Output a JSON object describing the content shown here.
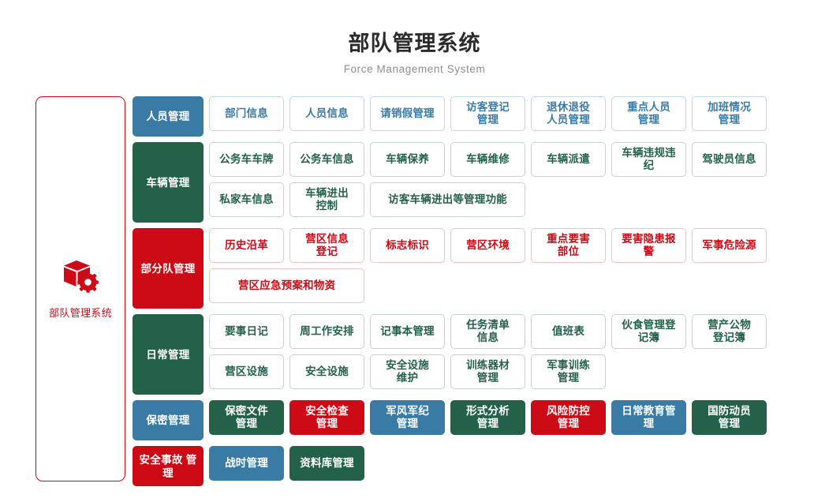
{
  "header": {
    "title": "部队管理系统",
    "subtitle": "Force Management System"
  },
  "sidebar": {
    "brand_label": "部队管理系统",
    "icon": "box-gear-icon",
    "border_color": "#cf0a18"
  },
  "colors": {
    "blue": "#3a7ba6",
    "green": "#246149",
    "red": "#cb0a16",
    "title": "#2b2b2b",
    "subtitle": "#8e8e8e"
  },
  "groups": [
    {
      "category": "人员管理",
      "style": "blue",
      "items": [
        {
          "label": "部门信息",
          "style": "out-blue",
          "width": "w1"
        },
        {
          "label": "人员信息",
          "style": "out-blue",
          "width": "w1"
        },
        {
          "label": "请销假管理",
          "style": "out-blue",
          "width": "w1"
        },
        {
          "label": "访客登记\n管理",
          "style": "out-blue",
          "width": "w1"
        },
        {
          "label": "退休退役\n人员管理",
          "style": "out-blue",
          "width": "w1"
        },
        {
          "label": "重点人员\n管理",
          "style": "out-blue",
          "width": "w1"
        },
        {
          "label": "加班情况\n管理",
          "style": "out-blue",
          "width": "w1"
        }
      ]
    },
    {
      "category": "车辆管理",
      "style": "green",
      "items": [
        {
          "label": "公务车车牌",
          "style": "out-green",
          "width": "w1"
        },
        {
          "label": "公务车信息",
          "style": "out-green",
          "width": "w1"
        },
        {
          "label": "车辆保养",
          "style": "out-green",
          "width": "w1"
        },
        {
          "label": "车辆维修",
          "style": "out-green",
          "width": "w1"
        },
        {
          "label": "车辆派遣",
          "style": "out-green",
          "width": "w1"
        },
        {
          "label": "车辆违规违纪",
          "style": "out-green",
          "width": "w1"
        },
        {
          "label": "驾驶员信息",
          "style": "out-green",
          "width": "w1"
        },
        {
          "label": "私家车信息",
          "style": "out-green",
          "width": "w1"
        },
        {
          "label": "车辆进出\n控制",
          "style": "out-green",
          "width": "w1"
        },
        {
          "label": "访客车辆进出等管理功能",
          "style": "out-green",
          "width": "w2"
        }
      ]
    },
    {
      "category": "部分队管理",
      "style": "red",
      "items": [
        {
          "label": "历史沿革",
          "style": "out-red",
          "width": "w1"
        },
        {
          "label": "营区信息\n登记",
          "style": "out-red",
          "width": "w1"
        },
        {
          "label": "标志标识",
          "style": "out-red",
          "width": "w1"
        },
        {
          "label": "营区环境",
          "style": "out-red",
          "width": "w1"
        },
        {
          "label": "重点要害\n部位",
          "style": "out-red",
          "width": "w1"
        },
        {
          "label": "要害隐患报警",
          "style": "out-red",
          "width": "w1"
        },
        {
          "label": "军事危险源",
          "style": "out-red",
          "width": "w1"
        },
        {
          "label": "营区应急预案和物资",
          "style": "out-red",
          "width": "w2"
        }
      ]
    },
    {
      "category": "日常管理",
      "style": "green",
      "items": [
        {
          "label": "要事日记",
          "style": "out-green",
          "width": "w1"
        },
        {
          "label": "周工作安排",
          "style": "out-green",
          "width": "w1"
        },
        {
          "label": "记事本管理",
          "style": "out-green",
          "width": "w1"
        },
        {
          "label": "任务清单\n信息",
          "style": "out-green",
          "width": "w1"
        },
        {
          "label": "值班表",
          "style": "out-green",
          "width": "w1"
        },
        {
          "label": "伙食管理登记簿",
          "style": "out-green",
          "width": "w1"
        },
        {
          "label": "营产公物\n登记簿",
          "style": "out-green",
          "width": "w1"
        },
        {
          "label": "营区设施",
          "style": "out-green",
          "width": "w1"
        },
        {
          "label": "安全设施",
          "style": "out-green",
          "width": "w1"
        },
        {
          "label": "安全设施\n维护",
          "style": "out-green",
          "width": "w1"
        },
        {
          "label": "训练器材\n管理",
          "style": "out-green",
          "width": "w1"
        },
        {
          "label": "军事训练\n管理",
          "style": "out-green",
          "width": "w1"
        }
      ]
    },
    {
      "category": "保密管理",
      "style": "blue",
      "items": [
        {
          "label": "保密文件\n管理",
          "style": "sol-green",
          "width": "w1"
        },
        {
          "label": "安全检查\n管理",
          "style": "sol-red",
          "width": "w1"
        },
        {
          "label": "军风军纪\n管理",
          "style": "sol-blue",
          "width": "w1"
        },
        {
          "label": "形式分析\n管理",
          "style": "sol-green",
          "width": "w1"
        },
        {
          "label": "风险防控\n管理",
          "style": "sol-red",
          "width": "w1"
        },
        {
          "label": "日常教育管理",
          "style": "sol-blue",
          "width": "w1"
        },
        {
          "label": "国防动员\n管理",
          "style": "sol-green",
          "width": "w1"
        }
      ]
    },
    {
      "category": "安全事故\n管理",
      "style": "red",
      "items": [
        {
          "label": "战时管理",
          "style": "sol-blue",
          "width": "w1"
        },
        {
          "label": "资料库管理",
          "style": "sol-green",
          "width": "w1"
        }
      ]
    }
  ]
}
